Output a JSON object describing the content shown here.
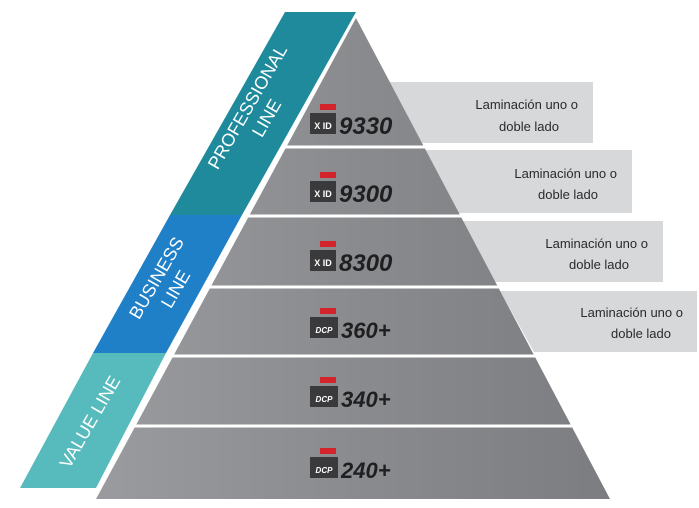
{
  "lines": [
    {
      "label_line1": "PROFESSIONAL",
      "label_line2": "LINE",
      "color": "#1f8a9c"
    },
    {
      "label_line1": "BUSINESS",
      "label_line2": "LINE",
      "color": "#1f7fc7"
    },
    {
      "label_line1": "VALUE LINE",
      "label_line2": "",
      "color": "#57bbbd"
    }
  ],
  "tiers": [
    {
      "logo": "X ID",
      "model": "9330",
      "icon": "xid-logo-icon",
      "lamination_line1": "Laminación uno o",
      "lamination_line2": "doble lado"
    },
    {
      "logo": "X ID",
      "model": "9300",
      "icon": "xid-logo-icon",
      "lamination_line1": "Laminación uno o",
      "lamination_line2": "doble lado"
    },
    {
      "logo": "X ID",
      "model": "8300",
      "icon": "xid-logo-icon",
      "lamination_line1": "Laminación uno o",
      "lamination_line2": "doble lado"
    },
    {
      "logo": "DCP",
      "model": "360+",
      "icon": "dcp-logo-icon",
      "lamination_line1": "Laminación uno o",
      "lamination_line2": "doble lado"
    },
    {
      "logo": "DCP",
      "model": "340+",
      "icon": "dcp-logo-icon"
    },
    {
      "logo": "DCP",
      "model": "240+",
      "icon": "dcp-logo-icon"
    }
  ],
  "colors": {
    "pyramid": "#8f9093",
    "divider": "#ffffff",
    "lamination_box": "#d7d8da",
    "logo_red": "#d2242a",
    "logo_dark": "#3a3a3c",
    "model_text": "#1f1f21"
  }
}
